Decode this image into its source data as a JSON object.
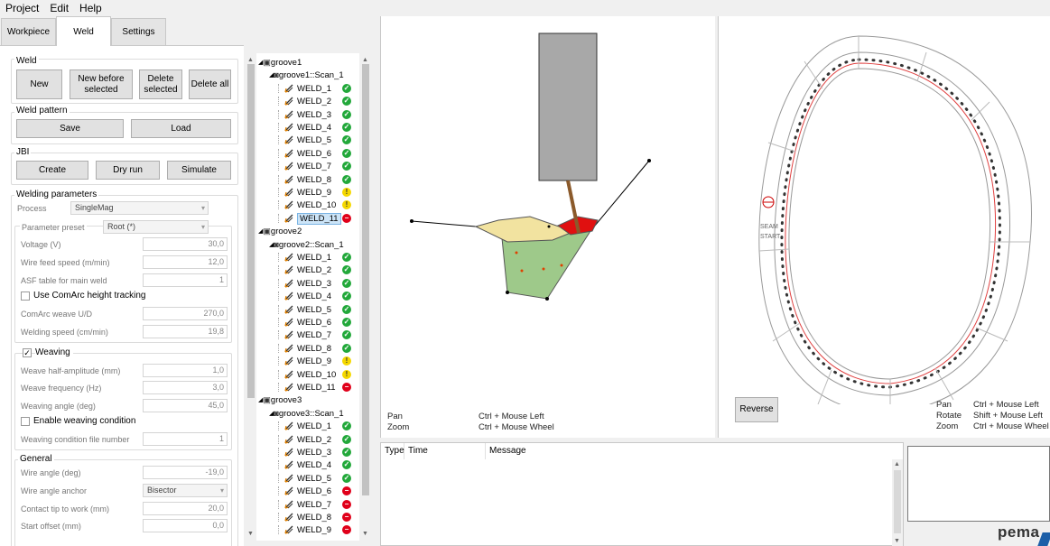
{
  "menu": [
    "Project",
    "Edit",
    "Help"
  ],
  "tabs": [
    "Workpiece",
    "Weld",
    "Settings"
  ],
  "weld": {
    "title": "Weld",
    "new": "New",
    "new_before": "New before selected",
    "delete_selected": "Delete selected",
    "delete_all": "Delete all"
  },
  "pattern": {
    "title": "Weld pattern",
    "save": "Save",
    "load": "Load"
  },
  "jbi": {
    "title": "JBI",
    "create": "Create",
    "dry_run": "Dry run",
    "simulate": "Simulate"
  },
  "params": {
    "title": "Welding parameters",
    "process_label": "Process",
    "process_value": "SingleMag",
    "preset_label": "Parameter preset",
    "preset_value": "Root (*)",
    "voltage_label": "Voltage (V)",
    "voltage": "30,0",
    "wfs_label": "Wire feed speed (m/min)",
    "wfs": "12,0",
    "asf_label": "ASF table for main weld",
    "asf": "1",
    "comarc_track": "Use ComArc height tracking",
    "comarc_weave_label": "ComArc weave U/D",
    "comarc_weave": "270,0",
    "speed_label": "Welding speed (cm/min)",
    "speed": "19,8"
  },
  "weaving": {
    "title": "Weaving",
    "half_amp_label": "Weave half-amplitude (mm)",
    "half_amp": "1,0",
    "freq_label": "Weave frequency (Hz)",
    "freq": "3,0",
    "angle_label": "Weaving angle (deg)",
    "angle": "45,0",
    "cond_label": "Enable weaving condition",
    "cond_file_label": "Weaving condition file number",
    "cond_file": "1"
  },
  "general": {
    "title": "General",
    "wire_angle_label": "Wire angle (deg)",
    "wire_angle": "-19,0",
    "anchor_label": "Wire angle anchor",
    "anchor": "Bisector",
    "ctw_label": "Contact tip to work (mm)",
    "ctw": "20,0",
    "offset_label": "Start offset (mm)",
    "offset": "0,0"
  },
  "tree": {
    "groups": [
      {
        "name": "groove1",
        "scan": "groove1::Scan_1",
        "welds": [
          {
            "name": "WELD_1",
            "status": "ok"
          },
          {
            "name": "WELD_2",
            "status": "ok"
          },
          {
            "name": "WELD_3",
            "status": "ok"
          },
          {
            "name": "WELD_4",
            "status": "ok"
          },
          {
            "name": "WELD_5",
            "status": "ok"
          },
          {
            "name": "WELD_6",
            "status": "ok"
          },
          {
            "name": "WELD_7",
            "status": "ok"
          },
          {
            "name": "WELD_8",
            "status": "ok"
          },
          {
            "name": "WELD_9",
            "status": "warn"
          },
          {
            "name": "WELD_10",
            "status": "warn"
          },
          {
            "name": "WELD_11",
            "status": "err"
          }
        ]
      },
      {
        "name": "groove2",
        "scan": "groove2::Scan_1",
        "welds": [
          {
            "name": "WELD_1",
            "status": "ok"
          },
          {
            "name": "WELD_2",
            "status": "ok"
          },
          {
            "name": "WELD_3",
            "status": "ok"
          },
          {
            "name": "WELD_4",
            "status": "ok"
          },
          {
            "name": "WELD_5",
            "status": "ok"
          },
          {
            "name": "WELD_6",
            "status": "ok"
          },
          {
            "name": "WELD_7",
            "status": "ok"
          },
          {
            "name": "WELD_8",
            "status": "ok"
          },
          {
            "name": "WELD_9",
            "status": "warn"
          },
          {
            "name": "WELD_10",
            "status": "warn"
          },
          {
            "name": "WELD_11",
            "status": "err"
          }
        ]
      },
      {
        "name": "groove3",
        "scan": "groove3::Scan_1",
        "welds": [
          {
            "name": "WELD_1",
            "status": "ok"
          },
          {
            "name": "WELD_2",
            "status": "ok"
          },
          {
            "name": "WELD_3",
            "status": "ok"
          },
          {
            "name": "WELD_4",
            "status": "ok"
          },
          {
            "name": "WELD_5",
            "status": "ok"
          },
          {
            "name": "WELD_6",
            "status": "err"
          },
          {
            "name": "WELD_7",
            "status": "err"
          },
          {
            "name": "WELD_8",
            "status": "err"
          },
          {
            "name": "WELD_9",
            "status": "err"
          }
        ]
      }
    ]
  },
  "view2d": {
    "pan": "Pan",
    "pan_key": "Ctrl + Mouse Left",
    "zoom": "Zoom",
    "zoom_key": "Ctrl + Mouse Wheel"
  },
  "view3d": {
    "reverse": "Reverse",
    "start_label1": "SEAM",
    "start_label2": "START",
    "pan": "Pan",
    "pan_key": "Ctrl + Mouse Left",
    "rotate": "Rotate",
    "rotate_key": "Shift + Mouse Left",
    "zoom": "Zoom",
    "zoom_key": "Ctrl + Mouse Wheel"
  },
  "log": {
    "type": "Type",
    "time": "Time",
    "message": "Message"
  },
  "logo": "pema",
  "colors": {
    "ok": "#22a83a",
    "warn": "#f5d800",
    "err": "#e0001a",
    "bead_green": "#9ec98a",
    "bead_yellow": "#f2e3a0",
    "bead_red": "#e01010"
  }
}
